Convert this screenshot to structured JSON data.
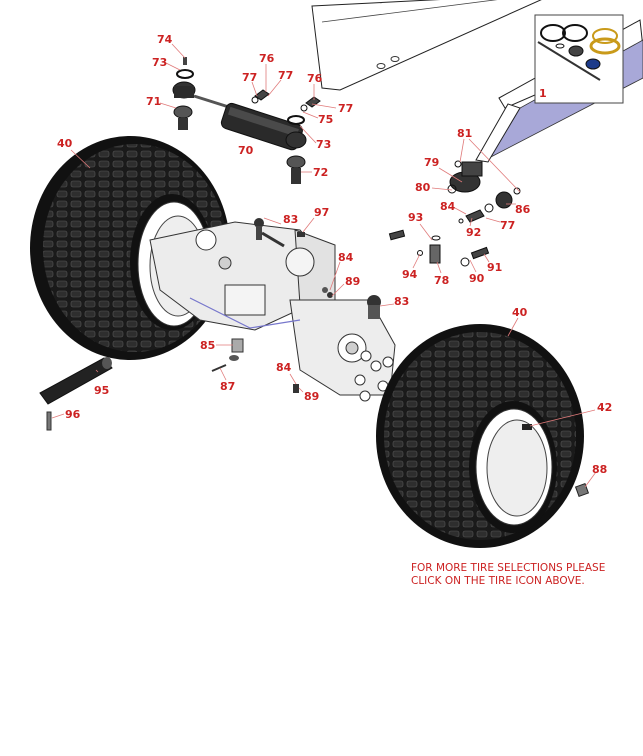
{
  "callouts": {
    "c74": "74",
    "c73a": "73",
    "c76a": "76",
    "c77a": "77",
    "c77b": "77",
    "c76b": "76",
    "c71": "71",
    "c77c": "77",
    "c75": "75",
    "c73b": "73",
    "c70": "70",
    "c72": "72",
    "c40a": "40",
    "c81": "81",
    "c79": "79",
    "c80": "80",
    "c84a": "84",
    "c86": "86",
    "c83a": "83",
    "c97": "97",
    "c93": "93",
    "c92": "92",
    "c77d": "77",
    "c84b": "84",
    "c94": "94",
    "c78": "78",
    "c90": "90",
    "c91": "91",
    "c89a": "89",
    "c83b": "83",
    "c40b": "40",
    "c85": "85",
    "c87": "87",
    "c84c": "84",
    "c89b": "89",
    "c95": "95",
    "c96": "96",
    "c42": "42",
    "c88": "88",
    "c1": "1"
  },
  "note": {
    "line1": "FOR MORE TIRE SELECTIONS PLEASE",
    "line2": "CLICK ON THE TIRE ICON ABOVE."
  },
  "colors": {
    "callout": "#cc2222",
    "leader": "#e07a7a",
    "tire": "#111111",
    "frame_accent": "#a8a8d8"
  }
}
